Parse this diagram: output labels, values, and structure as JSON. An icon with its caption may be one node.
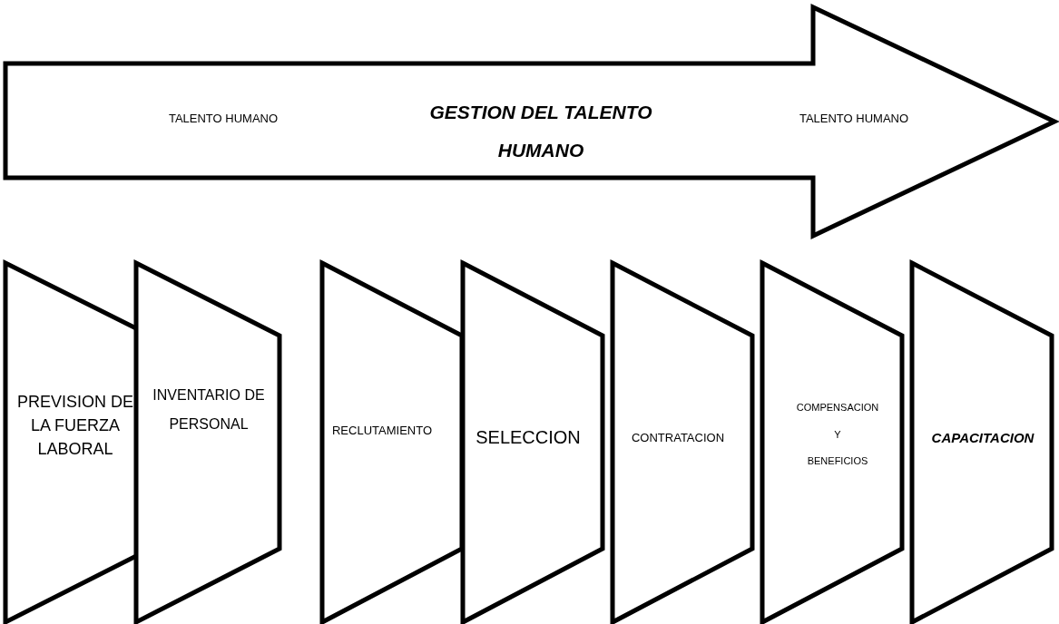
{
  "diagram": {
    "nodes": [
      {
        "text": [
          "TALENTO HUMANO",
          "GESTION DEL TALENTO HUMANO",
          "TALENTO HUMANO"
        ]
      },
      {
        "text": [
          "PREVISION DE LA FUERZA LABORAL"
        ]
      },
      {
        "text": [
          "INVENTARIO DE PERSONAL"
        ]
      },
      {
        "text": [
          "RECLUTAMIENTO"
        ]
      },
      {
        "text": [
          "SELECCION"
        ]
      },
      {
        "text": [
          "CONTRATACION"
        ]
      },
      {
        "text": [
          "COMPENSACION Y BENEFICIOS"
        ]
      },
      {
        "text": [
          "CAPACITACION"
        ]
      }
    ],
    "edges": []
  }
}
